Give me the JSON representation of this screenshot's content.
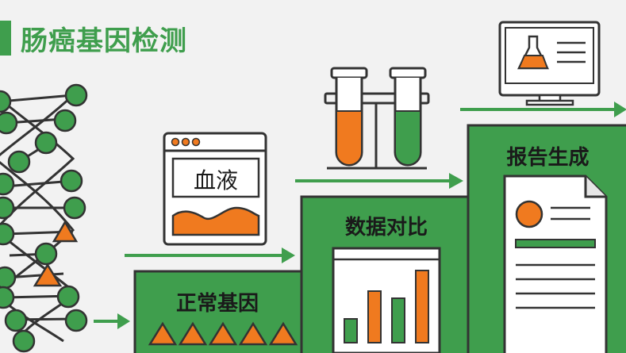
{
  "title": "肠癌基因检测",
  "blood_label": "血液",
  "steps": [
    "正常基因",
    "数据对比",
    "报告生成"
  ],
  "colors": {
    "green": "#3f9e4d",
    "dark_green": "#2e7d32",
    "orange": "#f07a1f",
    "outline": "#333333",
    "background": "#f2f2f2"
  },
  "icons": [
    "dna-helix-icon",
    "browser-window-icon",
    "test-tubes-icon",
    "bar-chart-icon",
    "monitor-flask-icon",
    "report-document-icon",
    "arrow-right-icon",
    "triangle-icon"
  ]
}
